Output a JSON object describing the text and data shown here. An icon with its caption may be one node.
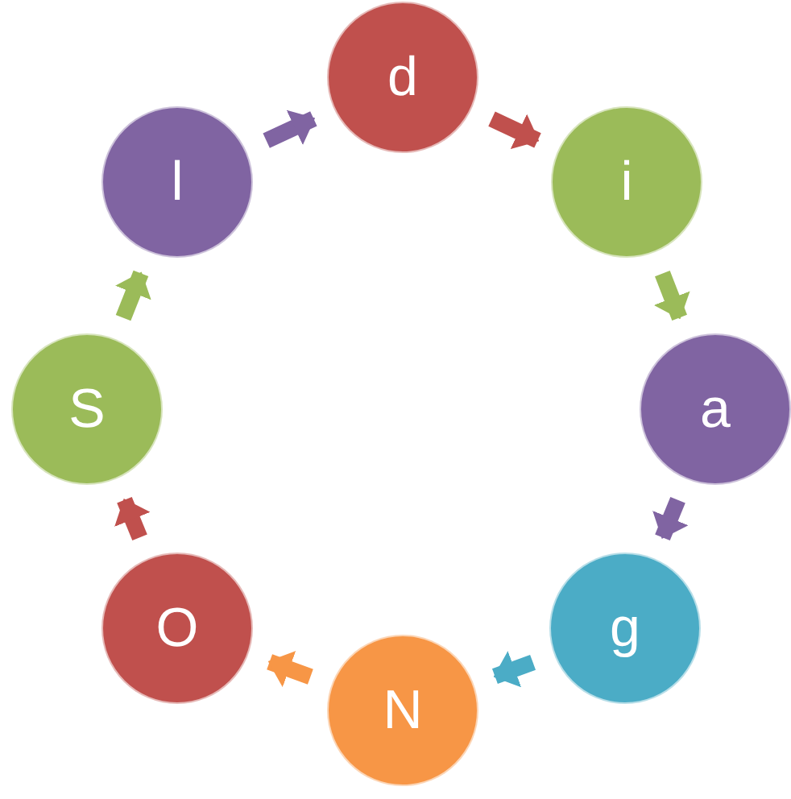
{
  "diagram": {
    "nodes": [
      {
        "text": [
          "d"
        ]
      },
      {
        "text": [
          "i"
        ]
      },
      {
        "text": [
          "a"
        ]
      },
      {
        "text": [
          "g"
        ]
      },
      {
        "text": [
          "N"
        ]
      },
      {
        "text": [
          "O"
        ]
      },
      {
        "text": [
          "S"
        ]
      },
      {
        "text": [
          "l"
        ]
      }
    ],
    "edges": [
      {
        "from": 0,
        "to": 1,
        "arrow": "to",
        "color": "#c0504d"
      },
      {
        "from": 1,
        "to": 2,
        "arrow": "to",
        "color": "#9bbb59"
      },
      {
        "from": 2,
        "to": 3,
        "arrow": "to",
        "color": "#8064a2"
      },
      {
        "from": 3,
        "to": 4,
        "arrow": "to",
        "color": "#4bacc6"
      },
      {
        "from": 4,
        "to": 5,
        "arrow": "to",
        "color": "#f79646"
      },
      {
        "from": 5,
        "to": 6,
        "arrow": "to",
        "color": "#c0504d"
      },
      {
        "from": 6,
        "to": 7,
        "arrow": "to",
        "color": "#9bbb59"
      },
      {
        "from": 7,
        "to": 0,
        "arrow": "to",
        "color": "#8064a2"
      }
    ]
  }
}
